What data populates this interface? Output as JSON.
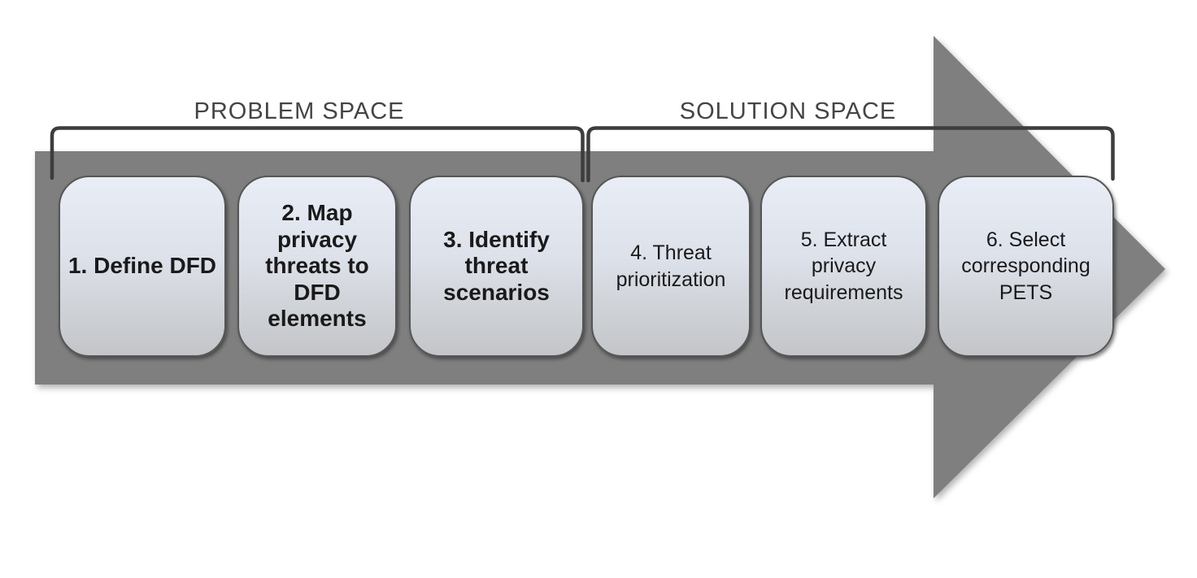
{
  "diagram": {
    "problem_space": {
      "label": "PROBLEM SPACE"
    },
    "solution_space": {
      "label": "SOLUTION SPACE"
    },
    "steps": [
      {
        "id": 1,
        "label": "1. Define DFD",
        "emphasis": "bold",
        "space": "problem"
      },
      {
        "id": 2,
        "label": "2. Map\nprivacy\nthreats to\nDFD\nelements",
        "emphasis": "bold",
        "space": "problem"
      },
      {
        "id": 3,
        "label": "3. Identify\nthreat\nscenarios",
        "emphasis": "bold",
        "space": "problem"
      },
      {
        "id": 4,
        "label": "4. Threat\nprioritization",
        "emphasis": "regular",
        "space": "solution"
      },
      {
        "id": 5,
        "label": "5. Extract\nprivacy\nrequirements",
        "emphasis": "regular",
        "space": "solution"
      },
      {
        "id": 6,
        "label": "6. Select\ncorresponding\nPETS",
        "emphasis": "regular",
        "space": "solution"
      }
    ],
    "colors": {
      "arrow": "#7f7f7f",
      "bracket": "#3d3d3d",
      "space_label_text": "#444444",
      "step_text": "#1a1a1a",
      "box_gradient_top": "#e9edf6",
      "box_gradient_bottom": "#c3c5c9",
      "box_border": "#565656",
      "background": "#ffffff"
    }
  }
}
